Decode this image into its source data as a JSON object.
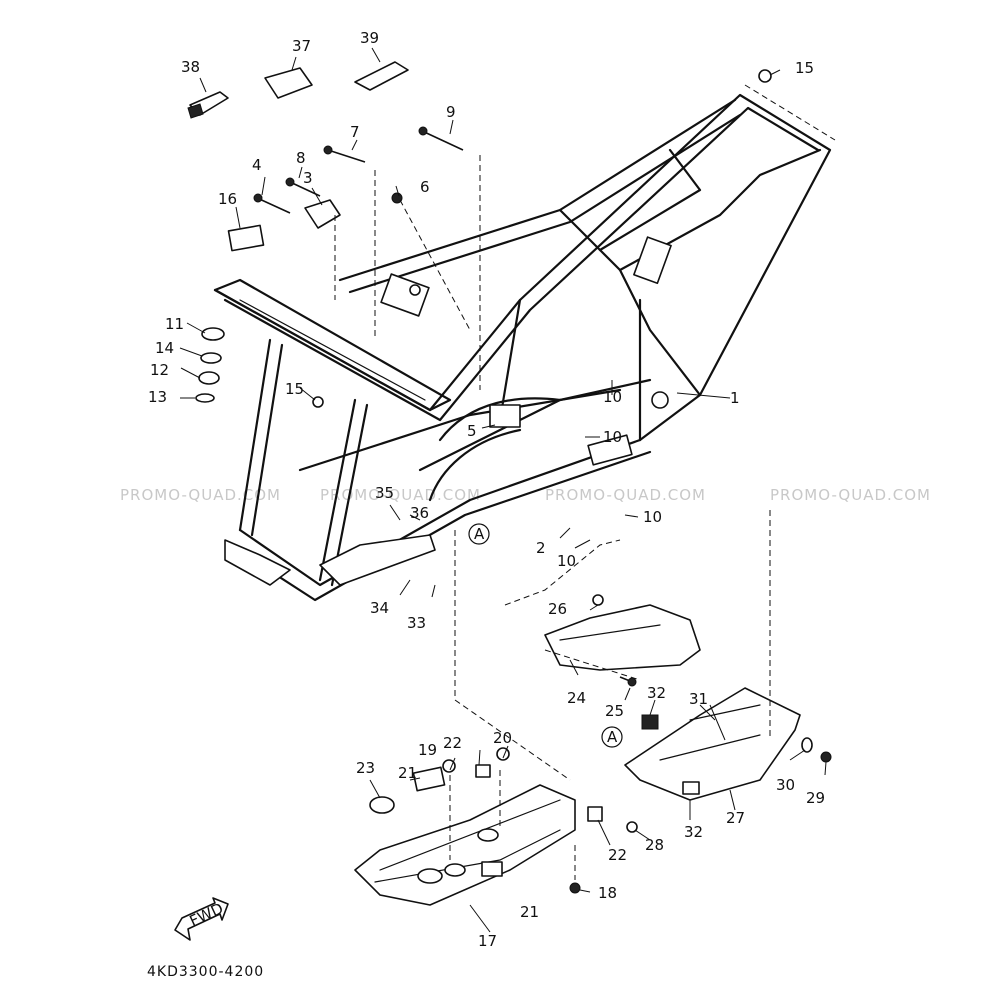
{
  "diagram_code": "4KD3300-4200",
  "watermark_text": "PROMO-QUAD.COM",
  "fwd_label": "FWD",
  "ref_marker": "A",
  "callouts": [
    "1",
    "2",
    "3",
    "4",
    "5",
    "6",
    "7",
    "8",
    "9",
    "10",
    "11",
    "12",
    "13",
    "14",
    "15",
    "16",
    "17",
    "18",
    "19",
    "20",
    "21",
    "22",
    "23",
    "24",
    "25",
    "26",
    "27",
    "28",
    "29",
    "30",
    "31",
    "32",
    "33",
    "34",
    "35",
    "36",
    "37",
    "38",
    "39"
  ]
}
